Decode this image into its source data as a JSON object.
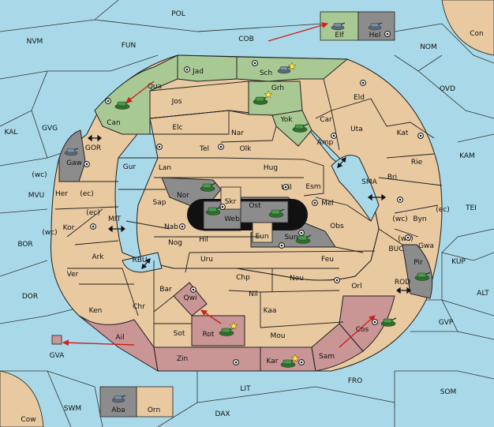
{
  "colors": {
    "sea": "#a9d9e8",
    "land": "#e8c9a0",
    "green": "#a9c994",
    "pink": "#c99595",
    "gray": "#8c8c8c",
    "unit": "#3e8a3e",
    "order": "#cc2222",
    "border": "#222222"
  },
  "sea_labels": [
    {
      "id": "POL",
      "text": "POL"
    },
    {
      "id": "COB",
      "text": "COB"
    },
    {
      "id": "NVM",
      "text": "NVM"
    },
    {
      "id": "FUN",
      "text": "FUN"
    },
    {
      "id": "NOM",
      "text": "NOM"
    },
    {
      "id": "Con",
      "text": "Con"
    },
    {
      "id": "OVD",
      "text": "OVD"
    },
    {
      "id": "KAL",
      "text": "KAL"
    },
    {
      "id": "GVG",
      "text": "GVG"
    },
    {
      "id": "GOR",
      "text": "GOR"
    },
    {
      "id": "KAM",
      "text": "KAM"
    },
    {
      "id": "SMA",
      "text": "SMA"
    },
    {
      "id": "TEI",
      "text": "TEI"
    },
    {
      "id": "MVU",
      "text": "MVU"
    },
    {
      "id": "MIT",
      "text": "MIT"
    },
    {
      "id": "BOR",
      "text": "BOR"
    },
    {
      "id": "RBU",
      "text": "RBU"
    },
    {
      "id": "BUC",
      "text": "BUC"
    },
    {
      "id": "KUP",
      "text": "KUP"
    },
    {
      "id": "DOR",
      "text": "DOR"
    },
    {
      "id": "ROD",
      "text": "ROD"
    },
    {
      "id": "ALT",
      "text": "ALT"
    },
    {
      "id": "GVP",
      "text": "GVP"
    },
    {
      "id": "GVA",
      "text": "GVA"
    },
    {
      "id": "FRO",
      "text": "FRO"
    },
    {
      "id": "SOM",
      "text": "SOM"
    },
    {
      "id": "LIT",
      "text": "LIT"
    },
    {
      "id": "SWM",
      "text": "SWM"
    },
    {
      "id": "DAX",
      "text": "DAX"
    },
    {
      "id": "Cow",
      "text": "Cow"
    }
  ],
  "land_labels": [
    {
      "id": "Elf",
      "text": "Elf"
    },
    {
      "id": "Hel",
      "text": "Hel"
    },
    {
      "id": "Jad",
      "text": "Jad"
    },
    {
      "id": "Sch",
      "text": "Sch"
    },
    {
      "id": "Qua",
      "text": "Qua"
    },
    {
      "id": "Jos",
      "text": "Jos"
    },
    {
      "id": "Grh",
      "text": "Grh"
    },
    {
      "id": "Eld",
      "text": "Eld"
    },
    {
      "id": "Can",
      "text": "Can"
    },
    {
      "id": "Yok",
      "text": "Yok"
    },
    {
      "id": "Car",
      "text": "Car"
    },
    {
      "id": "Elc",
      "text": "Elc"
    },
    {
      "id": "Nar",
      "text": "Nar"
    },
    {
      "id": "Uta",
      "text": "Uta"
    },
    {
      "id": "Kat",
      "text": "Kat"
    },
    {
      "id": "Tel",
      "text": "Tel"
    },
    {
      "id": "Olk",
      "text": "Olk"
    },
    {
      "id": "Amp",
      "text": "Amp"
    },
    {
      "id": "Gaw",
      "text": "Gaw"
    },
    {
      "id": "Gur",
      "text": "Gur"
    },
    {
      "id": "Lan",
      "text": "Lan"
    },
    {
      "id": "Hug",
      "text": "Hug"
    },
    {
      "id": "Rie",
      "text": "Rie"
    },
    {
      "id": "Bri",
      "text": "Bri"
    },
    {
      "id": "wc1",
      "text": "(wc)"
    },
    {
      "id": "Her",
      "text": "Her"
    },
    {
      "id": "ec1",
      "text": "(ec)"
    },
    {
      "id": "Wil",
      "text": "Wil"
    },
    {
      "id": "Esm",
      "text": "Esm"
    },
    {
      "id": "Nor",
      "text": "Nor"
    },
    {
      "id": "Skr",
      "text": "Skr"
    },
    {
      "id": "Sap",
      "text": "Sap"
    },
    {
      "id": "Ost",
      "text": "Ost"
    },
    {
      "id": "Mel",
      "text": "Mel"
    },
    {
      "id": "ec2",
      "text": "(ec)"
    },
    {
      "id": "Web",
      "text": "Web"
    },
    {
      "id": "wc2",
      "text": "(wc)"
    },
    {
      "id": "Byn",
      "text": "Byn"
    },
    {
      "id": "ec3",
      "text": "(ec)"
    },
    {
      "id": "Kor",
      "text": "Kor"
    },
    {
      "id": "Nab",
      "text": "Nab"
    },
    {
      "id": "wc3",
      "text": "(wc)"
    },
    {
      "id": "Eun",
      "text": "Eun"
    },
    {
      "id": "Obs",
      "text": "Obs"
    },
    {
      "id": "Hil",
      "text": "Hil"
    },
    {
      "id": "Sun",
      "text": "Sun"
    },
    {
      "id": "wc4",
      "text": "(wc)"
    },
    {
      "id": "Gwa",
      "text": "Gwa"
    },
    {
      "id": "Nog",
      "text": "Nog"
    },
    {
      "id": "Ark",
      "text": "Ark"
    },
    {
      "id": "Uru",
      "text": "Uru"
    },
    {
      "id": "Feu",
      "text": "Feu"
    },
    {
      "id": "Pir",
      "text": "Pir"
    },
    {
      "id": "Ver",
      "text": "Ver"
    },
    {
      "id": "Chp",
      "text": "Chp"
    },
    {
      "id": "Neu",
      "text": "Neu"
    },
    {
      "id": "Bar",
      "text": "Bar"
    },
    {
      "id": "Orl",
      "text": "Orl"
    },
    {
      "id": "Qwi",
      "text": "Qwi"
    },
    {
      "id": "Nil",
      "text": "Nil"
    },
    {
      "id": "Chr",
      "text": "Chr"
    },
    {
      "id": "Ken",
      "text": "Ken"
    },
    {
      "id": "Kaa",
      "text": "Kaa"
    },
    {
      "id": "Rot",
      "text": "Rot"
    },
    {
      "id": "Sot",
      "text": "Sot"
    },
    {
      "id": "Cos",
      "text": "Cos"
    },
    {
      "id": "Ail",
      "text": "Ail"
    },
    {
      "id": "Mou",
      "text": "Mou"
    },
    {
      "id": "Sam",
      "text": "Sam"
    },
    {
      "id": "Zin",
      "text": "Zin"
    },
    {
      "id": "Kar",
      "text": "Kar"
    },
    {
      "id": "Aba",
      "text": "Aba"
    },
    {
      "id": "Orn",
      "text": "Orn"
    }
  ]
}
